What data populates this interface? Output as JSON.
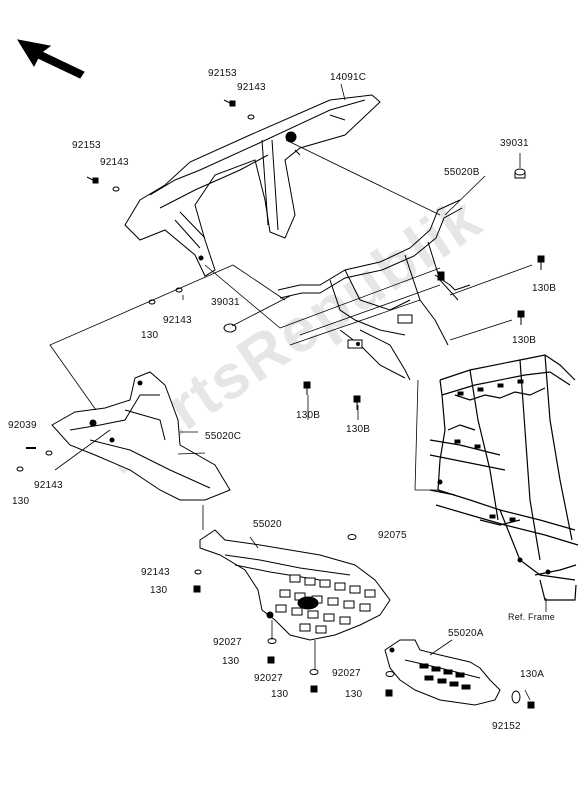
{
  "watermark": "PartsRepublik",
  "ref_frame_label": "Ref. Frame",
  "labels": {
    "l_92153_a": "92153",
    "l_92143_a": "92143",
    "l_14091C": "14091C",
    "l_92153_b": "92153",
    "l_92143_b": "92143",
    "l_39031_a": "39031",
    "l_55020B": "55020B",
    "l_130B_a": "130B",
    "l_39031_b": "39031",
    "l_130B_b": "130B",
    "l_130_a": "130",
    "l_92143_c": "92143",
    "l_130B_c": "130B",
    "l_130B_d": "130B",
    "l_92039": "92039",
    "l_55020C": "55020C",
    "l_130_b": "130",
    "l_92143_d": "92143",
    "l_55020": "55020",
    "l_92075": "92075",
    "l_92143_e": "92143",
    "l_130_c": "130",
    "l_92027_a": "92027",
    "l_130_d": "130",
    "l_92027_b": "92027",
    "l_92027_c": "92027",
    "l_130_e": "130",
    "l_55020A": "55020A",
    "l_130_f": "130",
    "l_130A": "130A",
    "l_92152": "92152"
  }
}
